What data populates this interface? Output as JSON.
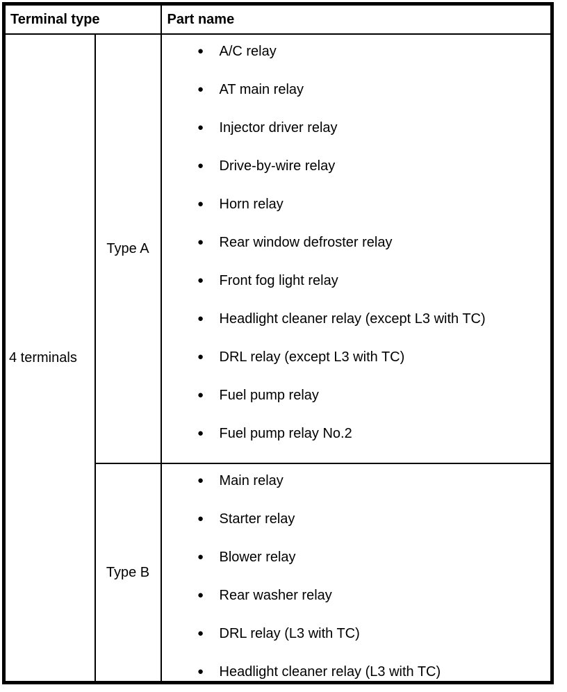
{
  "colors": {
    "border": "#000000",
    "background": "#ffffff",
    "text": "#000000"
  },
  "icons": {
    "bullet": "●"
  },
  "table": {
    "headers": {
      "terminal_type": "Terminal type",
      "part_name": "Part name"
    },
    "row_group_label": "4 terminals",
    "types": [
      {
        "label": "Type A",
        "parts": [
          "A/C relay",
          "AT main relay",
          "Injector driver relay",
          "Drive-by-wire relay",
          "Horn relay",
          "Rear window defroster relay",
          "Front fog light relay",
          "Headlight cleaner relay (except L3 with TC)",
          "DRL relay (except L3 with TC)",
          "Fuel pump relay",
          "Fuel pump relay No.2"
        ]
      },
      {
        "label": "Type B",
        "parts": [
          "Main relay",
          "Starter relay",
          "Blower relay",
          "Rear washer relay",
          "DRL relay (L3 with TC)",
          "Headlight cleaner relay (L3 with TC)"
        ]
      }
    ]
  }
}
